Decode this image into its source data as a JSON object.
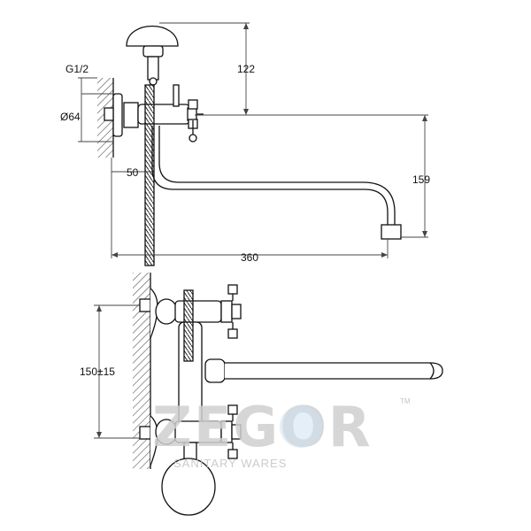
{
  "dimensions": {
    "thread": "G1/2",
    "flange_diameter": "Ø64",
    "height_top": "122",
    "wall_offset": "50",
    "spout_drop": "159",
    "spout_length": "360",
    "center_distance": "150±15"
  },
  "watermark": {
    "brand": "ZEGOR",
    "tagline": "SANITARY WARES",
    "trademark": "TM"
  },
  "colors": {
    "line": "#111111",
    "dim_line": "#444444",
    "watermark_gray": "#cfcfcf",
    "watermark_blue": "#c7dcef"
  }
}
